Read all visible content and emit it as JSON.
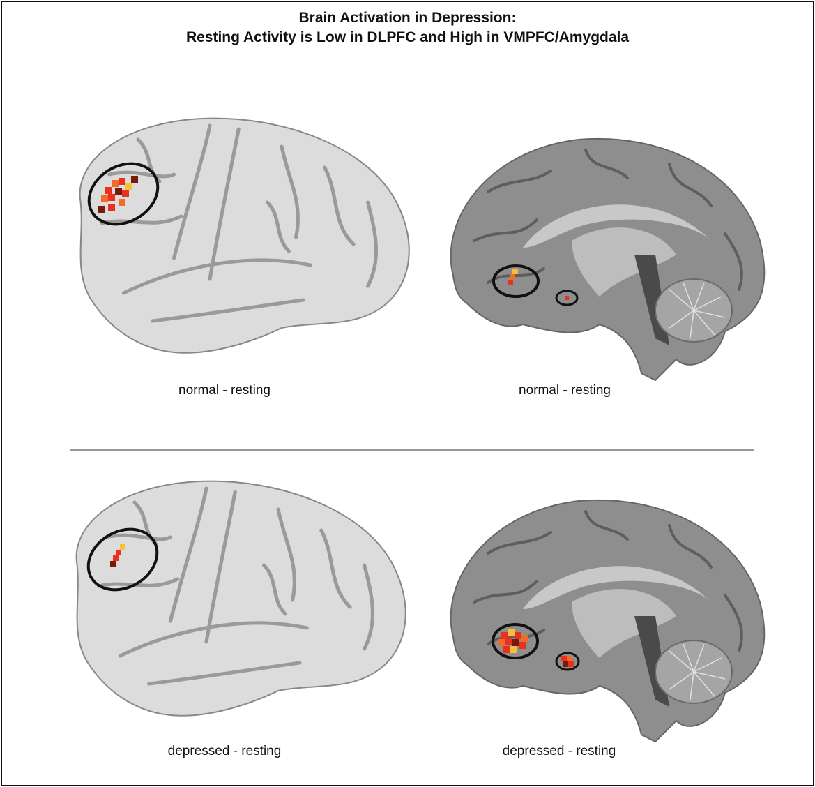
{
  "title": {
    "line1": "Brain Activation in Depression:",
    "line2": "Resting Activity is Low in DLPFC and High in VMPFC/Amygdala"
  },
  "panels": [
    {
      "label": "normal - resting",
      "view": "lateral",
      "region": "DLPFC",
      "activation": "high"
    },
    {
      "label": "normal - resting",
      "view": "medial",
      "region": "VMPFC/Amygdala",
      "activation": "low"
    },
    {
      "label": "depressed - resting",
      "view": "lateral",
      "region": "DLPFC",
      "activation": "low"
    },
    {
      "label": "depressed - resting",
      "view": "medial",
      "region": "VMPFC/Amygdala",
      "activation": "high"
    }
  ],
  "colors": {
    "activation_dark": "#7a1a0a",
    "activation_red": "#e8321e",
    "activation_orange": "#f26b2a",
    "activation_yellow": "#f7c03c",
    "brain_lateral": "#d9d9d9",
    "brain_medial": "#8c8c8c"
  }
}
